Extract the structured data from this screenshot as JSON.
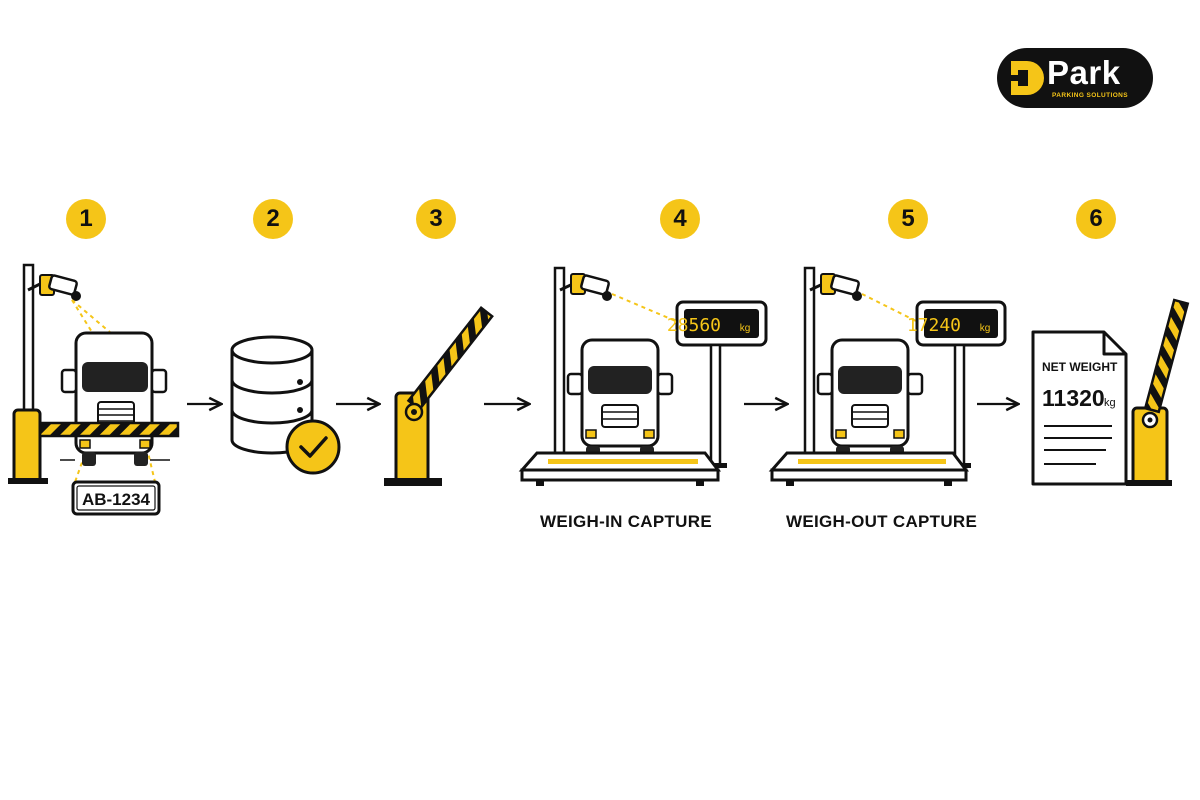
{
  "brand": {
    "name": "Park",
    "tagline": "PARKING SOLUTIONS"
  },
  "steps": [
    "1",
    "2",
    "3",
    "4",
    "5",
    "6"
  ],
  "plate_text": "AB-1234",
  "weigh_in": {
    "display_value": "28560",
    "unit": "kg",
    "caption": "WEIGH-IN CAPTURE"
  },
  "weigh_out": {
    "display_value": "17240",
    "unit": "kg",
    "caption": "WEIGH-OUT CAPTURE"
  },
  "ticket": {
    "title": "NET WEIGHT",
    "value": "11320",
    "unit": "kg"
  },
  "colors": {
    "accent": "#F5C518",
    "ink": "#111111",
    "display_bg": "#111111",
    "display_text": "#F5C518"
  }
}
